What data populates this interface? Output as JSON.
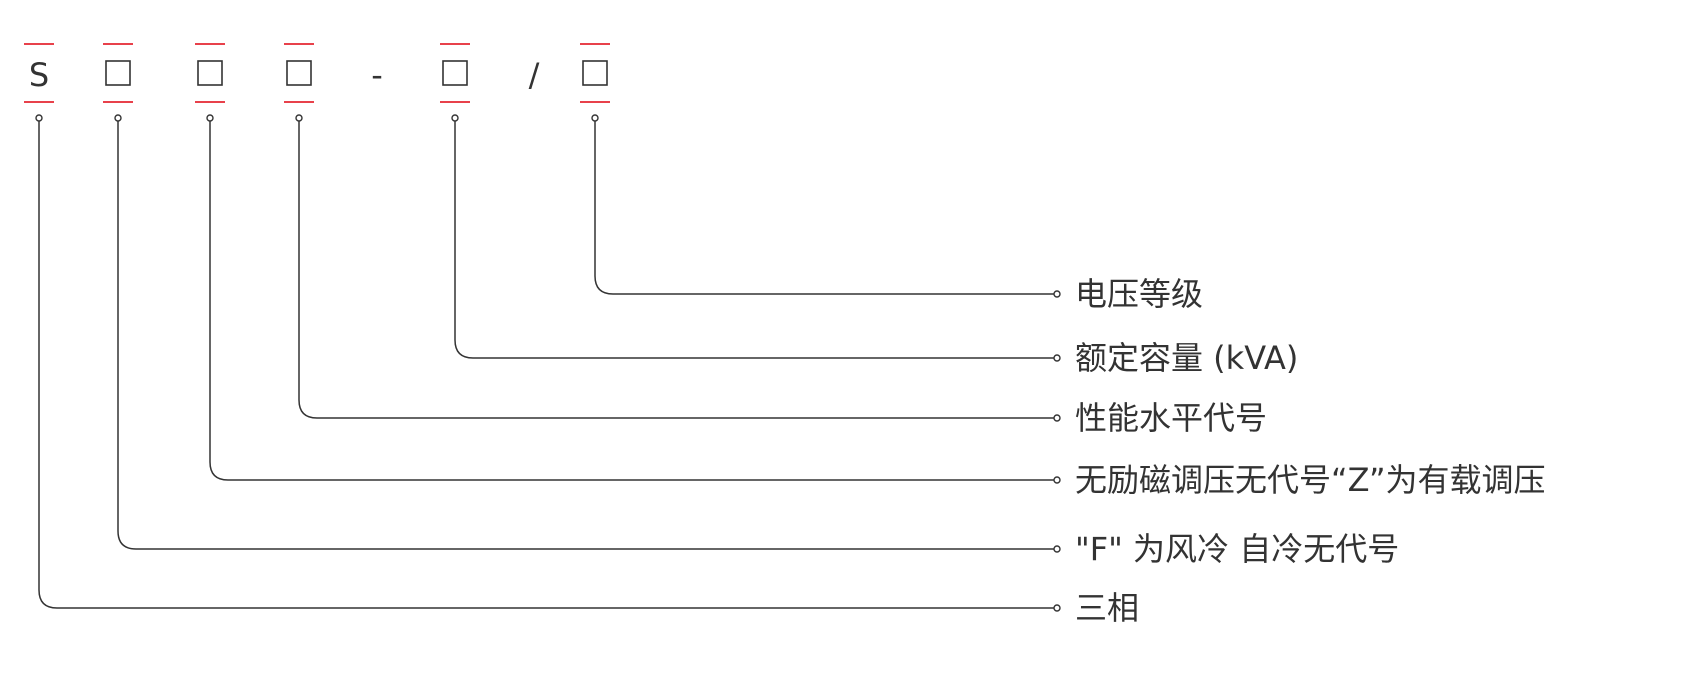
{
  "code": {
    "positions": [
      {
        "key": "pos-s",
        "type": "char",
        "char": "S"
      },
      {
        "key": "pos-2",
        "type": "box"
      },
      {
        "key": "pos-3",
        "type": "box"
      },
      {
        "key": "pos-4",
        "type": "box"
      },
      {
        "key": "sep-dash",
        "type": "sep",
        "char": "-"
      },
      {
        "key": "pos-5",
        "type": "box"
      },
      {
        "key": "sep-slash",
        "type": "sep",
        "char": "/"
      },
      {
        "key": "pos-6",
        "type": "box"
      }
    ]
  },
  "labels": [
    {
      "key": "voltage-class",
      "text": "电压等级",
      "target": "pos-6"
    },
    {
      "key": "rated-capacity",
      "text": "额定容量 (kVA)",
      "target": "pos-5"
    },
    {
      "key": "performance-code",
      "text": "性能水平代号",
      "target": "pos-4"
    },
    {
      "key": "tap-changer",
      "text": "无励磁调压无代号“Z”为有载调压",
      "target": "pos-3"
    },
    {
      "key": "cooling",
      "text": "\"F\" 为风冷 自冷无代号",
      "target": "pos-2"
    },
    {
      "key": "phase",
      "text": "三相",
      "target": "pos-s"
    }
  ],
  "colors": {
    "marker": "#e8414b",
    "line": "#333333",
    "text": "#333333"
  }
}
